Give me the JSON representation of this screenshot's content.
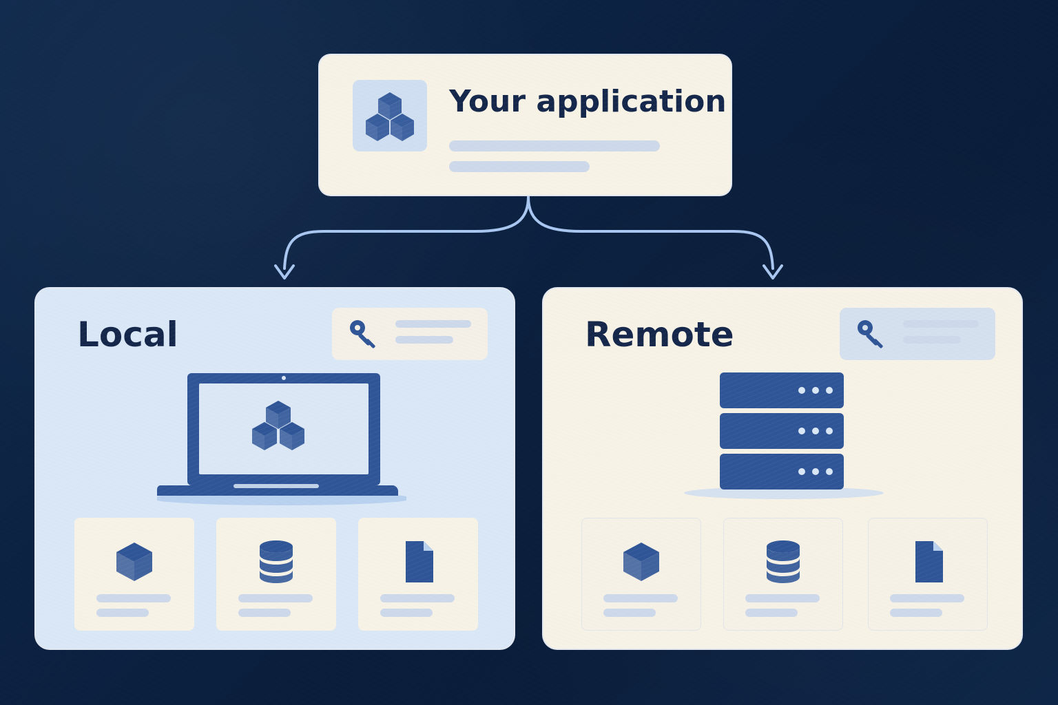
{
  "diagram": {
    "top_card": {
      "title": "Your application",
      "icon": "blocks-icon"
    },
    "local": {
      "title": "Local",
      "credential_icon": "key-icon",
      "device_icon": "laptop-icon",
      "items": [
        {
          "icon": "cube-icon"
        },
        {
          "icon": "database-icon"
        },
        {
          "icon": "file-icon"
        }
      ]
    },
    "remote": {
      "title": "Remote",
      "credential_icon": "key-icon",
      "device_icon": "server-icon",
      "items": [
        {
          "icon": "cube-icon"
        },
        {
          "icon": "database-icon"
        },
        {
          "icon": "file-icon"
        }
      ]
    },
    "colors": {
      "background": "#0c2242",
      "paper": "#f7f2e6",
      "local_panel": "#d9e7f6",
      "accent": "#2f5597",
      "text": "#14264a",
      "connector": "#a8c6f0"
    }
  }
}
